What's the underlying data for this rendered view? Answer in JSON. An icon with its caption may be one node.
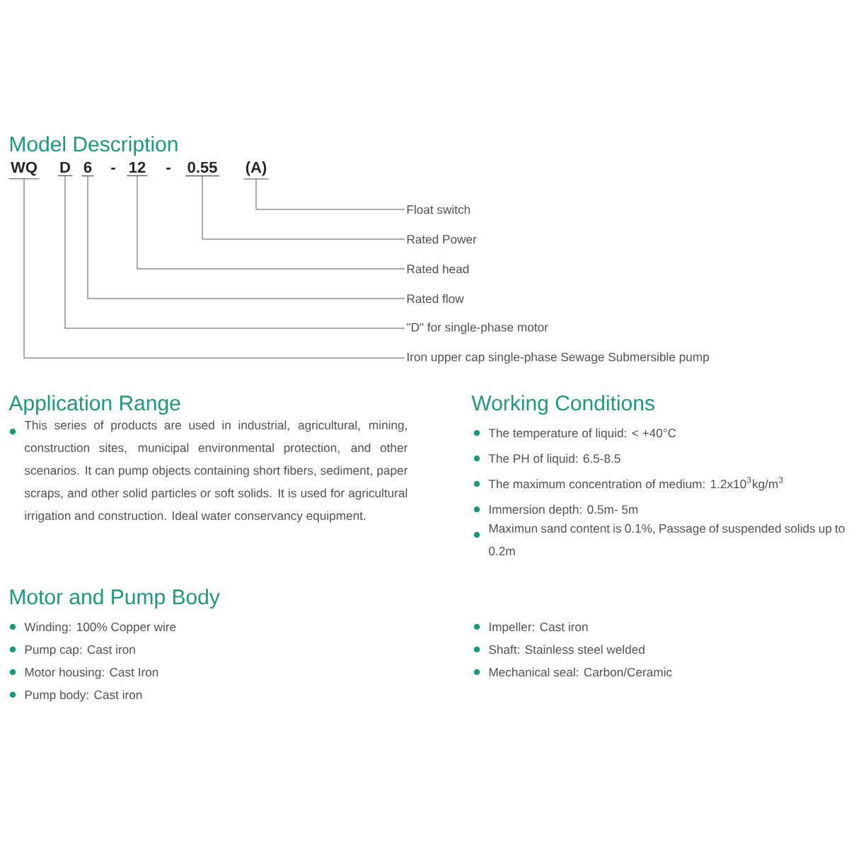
{
  "diagram": {
    "title": "Model Description",
    "nodes": [
      {
        "text": [
          "WQ"
        ]
      },
      {
        "text": [
          "D"
        ]
      },
      {
        "text": [
          "6"
        ]
      },
      {
        "text": [
          "12"
        ]
      },
      {
        "text": [
          "0.55"
        ]
      },
      {
        "text": [
          "(A)"
        ]
      },
      {
        "text": [
          "Float switch"
        ]
      },
      {
        "text": [
          "Rated Power"
        ]
      },
      {
        "text": [
          "Rated head"
        ]
      },
      {
        "text": [
          "Rated flow"
        ]
      },
      {
        "text": [
          "\"D\" for single-phase motor"
        ]
      },
      {
        "text": [
          "Iron upper cap single-phase Sewage Submersible pump"
        ]
      }
    ],
    "edges": [
      {
        "from": 0,
        "to": 11,
        "arrow": "none"
      },
      {
        "from": 1,
        "to": 10,
        "arrow": "none"
      },
      {
        "from": 2,
        "to": 9,
        "arrow": "none"
      },
      {
        "from": 3,
        "to": 8,
        "arrow": "none"
      },
      {
        "from": 4,
        "to": 7,
        "arrow": "none"
      },
      {
        "from": 5,
        "to": 6,
        "arrow": "none"
      }
    ],
    "labels": [
      "-",
      "-",
      "Application Range",
      "This series of products are used in industrial, agricultural, mining, construction sites, municipal environmental protection, and other scenarios. It can pump objects containing short fibers, sediment, paper scraps, and other solid particles or soft solids. It is used for agricultural irrigation and construction. Ideal water conservancy equipment.",
      "Working Conditions",
      "The temperature of liquid: < +40°C",
      "The PH of liquid: 6.5-8.5",
      "The maximum concentration of medium: 1.2x10$^{3}$kg/m$^{3}$",
      "Immersion depth: 0.5m- 5m",
      "Maximun sand content is 0.1%, Passage of suspended solids up to 0.2m",
      "Motor and Pump Body",
      "Winding: 100% Copper wire",
      "Pump cap: Cast iron",
      "Motor housing: Cast Iron",
      "Pump body: Cast iron",
      "Impeller: Cast iron",
      "Shaft: Stainless steel welded",
      "Mechanical seal: Carbon/Ceramic"
    ]
  }
}
